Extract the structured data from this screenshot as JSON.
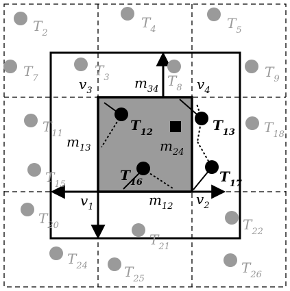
{
  "colors": {
    "outer_dashed": "#000000",
    "gray_label": "#9a9a9a",
    "gray_dot": "#9a9a9a",
    "shaded_fill": "#9b9b9b",
    "black": "#000000"
  },
  "icons": {
    "gray_target": "gray-circle-icon",
    "black_target": "black-circle-icon",
    "center_marker": "black-square-icon",
    "arrow": "arrowhead-icon"
  },
  "labels": {
    "T2": {
      "base": "T",
      "sub": "2"
    },
    "T4": {
      "base": "T",
      "sub": "4"
    },
    "T5": {
      "base": "T",
      "sub": "5"
    },
    "T7": {
      "base": "T",
      "sub": "7"
    },
    "T3": {
      "base": "T",
      "sub": "3"
    },
    "T8": {
      "base": "T",
      "sub": "8"
    },
    "T9": {
      "base": "T",
      "sub": "9"
    },
    "T11": {
      "base": "T",
      "sub": "11"
    },
    "T18": {
      "base": "T",
      "sub": "18"
    },
    "T15": {
      "base": "T",
      "sub": "15"
    },
    "T20": {
      "base": "T",
      "sub": "20"
    },
    "T22": {
      "base": "T",
      "sub": "22"
    },
    "T21": {
      "base": "T",
      "sub": "21"
    },
    "T24": {
      "base": "T",
      "sub": "24"
    },
    "T25": {
      "base": "T",
      "sub": "25"
    },
    "T26": {
      "base": "T",
      "sub": "26"
    },
    "T12": {
      "base": "T",
      "sub": "12"
    },
    "T13": {
      "base": "T",
      "sub": "13"
    },
    "T16": {
      "base": "T",
      "sub": "16"
    },
    "T17": {
      "base": "T",
      "sub": "17"
    },
    "v1": {
      "base": "v",
      "sub": "1"
    },
    "v2": {
      "base": "v",
      "sub": "2"
    },
    "v3": {
      "base": "v",
      "sub": "3"
    },
    "v4": {
      "base": "v",
      "sub": "4"
    },
    "m12": {
      "base": "m",
      "sub": "12"
    },
    "m13": {
      "base": "m",
      "sub": "13"
    },
    "m24": {
      "base": "m",
      "sub": "24"
    },
    "m34": {
      "base": "m",
      "sub": "34"
    }
  }
}
